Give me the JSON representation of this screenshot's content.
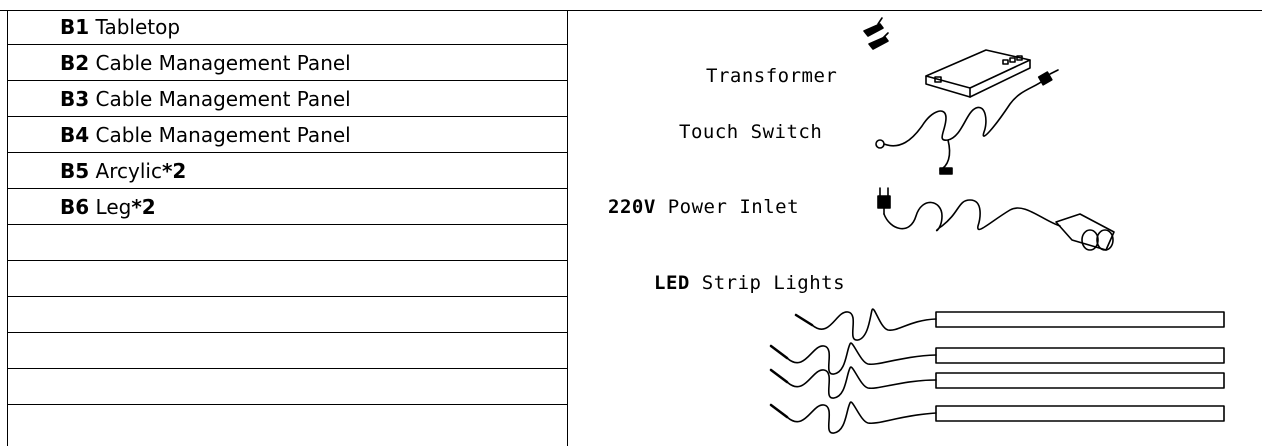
{
  "parts": [
    {
      "code": "B1",
      "name": "Tabletop",
      "qty": ""
    },
    {
      "code": "B2",
      "name": "Cable Management Panel",
      "qty": ""
    },
    {
      "code": "B3",
      "name": "Cable Management Panel",
      "qty": ""
    },
    {
      "code": "B4",
      "name": "Cable Management Panel",
      "qty": ""
    },
    {
      "code": "B5",
      "name": "Arcylic",
      "qty": "*2"
    },
    {
      "code": "B6",
      "name": "Leg",
      "qty": "*2"
    },
    {
      "code": "",
      "name": "",
      "qty": ""
    },
    {
      "code": "",
      "name": "",
      "qty": ""
    },
    {
      "code": "",
      "name": "",
      "qty": ""
    },
    {
      "code": "",
      "name": "",
      "qty": ""
    },
    {
      "code": "",
      "name": "",
      "qty": ""
    },
    {
      "code": "",
      "name": "",
      "qty": ""
    }
  ],
  "components": {
    "transformer": "Transformer",
    "touch_switch": "Touch Switch",
    "power_inlet_voltage": "220V",
    "power_inlet": "Power Inlet",
    "led_prefix": "LED",
    "led_strip": "Strip Lights"
  }
}
